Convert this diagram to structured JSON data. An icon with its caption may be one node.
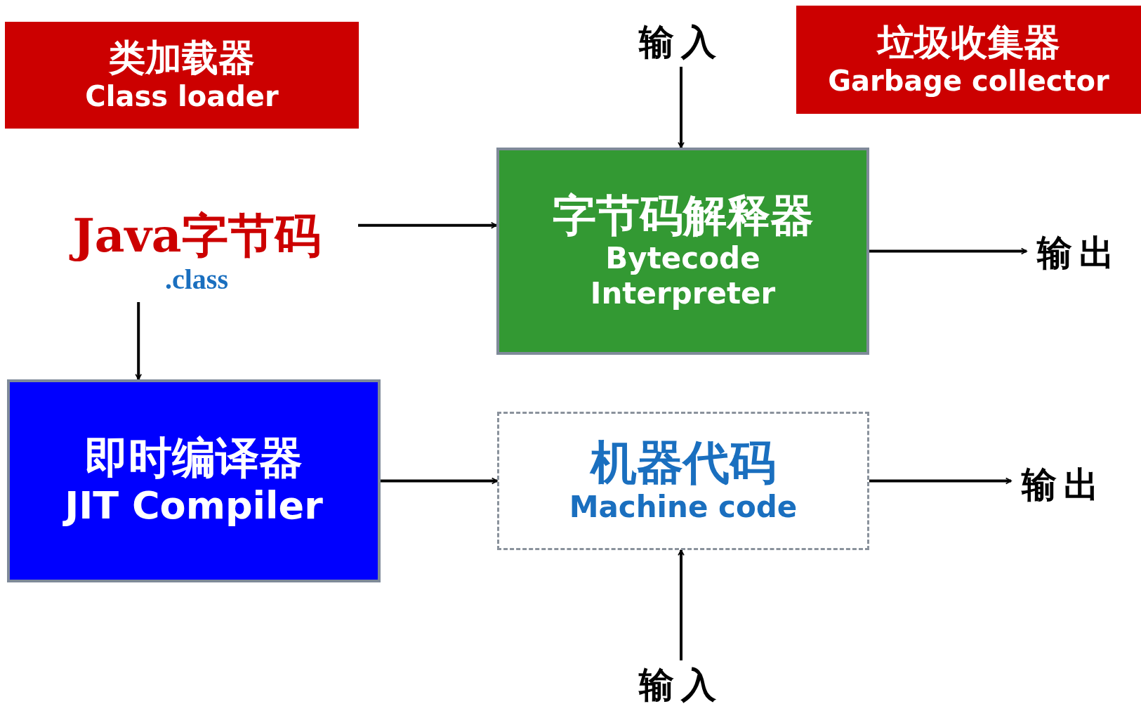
{
  "diagram": {
    "nodes": [
      {
        "text": [
          "类加载器",
          "Class loader"
        ]
      },
      {
        "text": [
          "垃圾收集器",
          "Garbage collector"
        ]
      },
      {
        "text": [
          "输入"
        ]
      },
      {
        "text": [
          "Java字节码",
          ".class"
        ]
      },
      {
        "text": [
          "字节码解释器",
          "Bytecode Interpreter"
        ]
      },
      {
        "text": [
          "输出"
        ]
      },
      {
        "text": [
          "即时编译器",
          "JIT Compiler"
        ]
      },
      {
        "text": [
          "机器代码",
          "Machine code"
        ]
      },
      {
        "text": [
          "输出"
        ]
      },
      {
        "text": [
          "输入"
        ]
      }
    ],
    "edges": [
      {
        "from": 2,
        "to": 4,
        "arrow": "to"
      },
      {
        "from": 3,
        "to": 4,
        "arrow": "to"
      },
      {
        "from": 4,
        "to": 5,
        "arrow": "to"
      },
      {
        "from": 3,
        "to": 6,
        "arrow": "to"
      },
      {
        "from": 6,
        "to": 7,
        "arrow": "to"
      },
      {
        "from": 7,
        "to": 8,
        "arrow": "to"
      },
      {
        "from": 9,
        "to": 7,
        "arrow": "to"
      }
    ]
  }
}
